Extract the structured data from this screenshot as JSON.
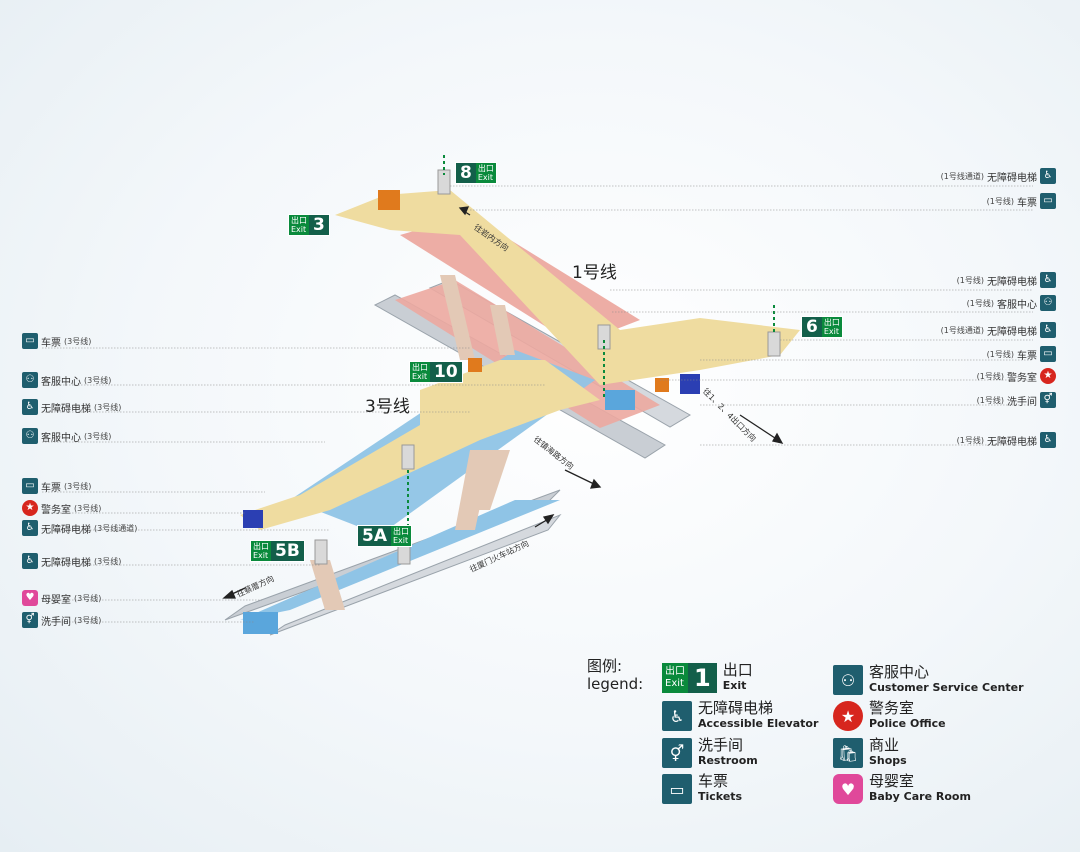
{
  "line_labels": {
    "line1": "1号线",
    "line3": "3号线"
  },
  "exits": [
    {
      "id": "exit-8",
      "tag_zh": "出口",
      "tag_en": "Exit",
      "num": "8"
    },
    {
      "id": "exit-3",
      "tag_zh": "出口",
      "tag_en": "Exit",
      "num": "3"
    },
    {
      "id": "exit-6",
      "tag_zh": "出口",
      "tag_en": "Exit",
      "num": "6"
    },
    {
      "id": "exit-10",
      "tag_zh": "出口",
      "tag_en": "Exit",
      "num": "10"
    },
    {
      "id": "exit-5b",
      "tag_zh": "出口",
      "tag_en": "Exit",
      "num": "5B"
    },
    {
      "id": "exit-5a",
      "tag_zh": "出口",
      "tag_en": "Exit",
      "num": "5A"
    }
  ],
  "directions": {
    "d1": "往岩内方向",
    "d2": "往1、2、4出口方向",
    "d3": "往镇海路方向",
    "d4": "往厦门火车站方向",
    "d5": "往蔡厝方向"
  },
  "left_annotations": [
    {
      "icon": "ticket-icon",
      "zh": "车票",
      "note": "(3号线)"
    },
    {
      "icon": "customer-service-icon",
      "zh": "客服中心",
      "note": "(3号线)"
    },
    {
      "icon": "accessible-elevator-icon",
      "zh": "无障碍电梯",
      "note": "(3号线)"
    },
    {
      "icon": "customer-service-icon",
      "zh": "客服中心",
      "note": "(3号线)"
    },
    {
      "icon": "ticket-icon",
      "zh": "车票",
      "note": "(3号线)"
    },
    {
      "icon": "police-icon",
      "zh": "警务室",
      "note": "(3号线)"
    },
    {
      "icon": "accessible-elevator-icon",
      "zh": "无障碍电梯",
      "note": "(3号线通道)"
    },
    {
      "icon": "accessible-elevator-icon",
      "zh": "无障碍电梯",
      "note": "(3号线)"
    },
    {
      "icon": "baby-care-icon",
      "zh": "母婴室",
      "note": "(3号线)"
    },
    {
      "icon": "restroom-icon",
      "zh": "洗手间",
      "note": "(3号线)"
    }
  ],
  "right_annotations": [
    {
      "icon": "accessible-elevator-icon",
      "note": "(1号线通道)",
      "zh": "无障碍电梯"
    },
    {
      "icon": "ticket-icon",
      "note": "(1号线)",
      "zh": "车票"
    },
    {
      "icon": "accessible-elevator-icon",
      "note": "(1号线)",
      "zh": "无障碍电梯"
    },
    {
      "icon": "customer-service-icon",
      "note": "(1号线)",
      "zh": "客服中心"
    },
    {
      "icon": "accessible-elevator-icon",
      "note": "(1号线通道)",
      "zh": "无障碍电梯"
    },
    {
      "icon": "ticket-icon",
      "note": "(1号线)",
      "zh": "车票"
    },
    {
      "icon": "police-icon",
      "note": "(1号线)",
      "zh": "警务室"
    },
    {
      "icon": "restroom-icon",
      "note": "(1号线)",
      "zh": "洗手间"
    },
    {
      "icon": "accessible-elevator-icon",
      "note": "(1号线)",
      "zh": "无障碍电梯"
    }
  ],
  "legend": {
    "title_zh": "图例:",
    "title_en": "legend:",
    "exit": {
      "tag_zh": "出口",
      "tag_en": "Exit",
      "num": "1",
      "zh": "出口",
      "en": "Exit"
    },
    "elevator": {
      "zh": "无障碍电梯",
      "en": "Accessible Elevator"
    },
    "restroom": {
      "zh": "洗手间",
      "en": "Restroom"
    },
    "tickets": {
      "zh": "车票",
      "en": "Tickets"
    },
    "service": {
      "zh": "客服中心",
      "en": "Customer Service Center"
    },
    "police": {
      "zh": "警务室",
      "en": "Police Office"
    },
    "shops": {
      "zh": "商业",
      "en": "Shops"
    },
    "baby": {
      "zh": "母婴室",
      "en": "Baby Care Room"
    }
  },
  "colors": {
    "concourse": "#efdca0",
    "line1_platform": "#eca9a0",
    "line3_platform": "#8fc4e6",
    "exit_green": "#0a8a3c",
    "icon_teal": "#1f5e6e",
    "train": "#c9ced4"
  }
}
